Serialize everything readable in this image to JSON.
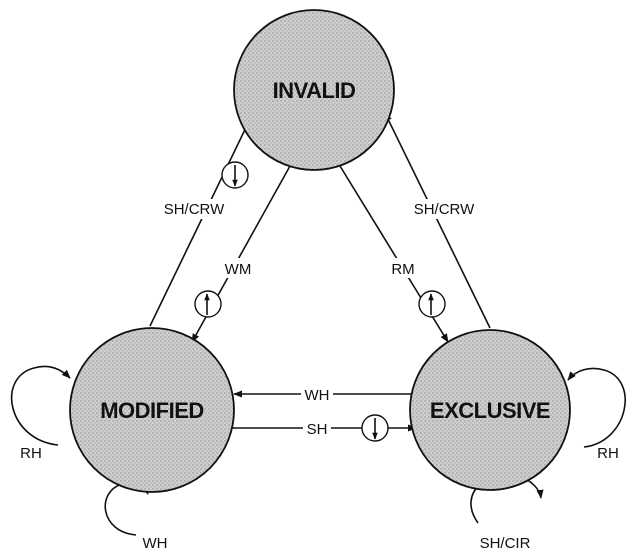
{
  "colors": {
    "state_fill": "#c9c9c9",
    "state_stroke": "#111111",
    "line": "#111111",
    "background": "#ffffff"
  },
  "states": {
    "invalid": {
      "label": "INVALID"
    },
    "modified": {
      "label": "MODIFIED"
    },
    "exclusive": {
      "label": "EXCLUSIVE"
    }
  },
  "transitions": {
    "modified_to_invalid": {
      "label": "SH/CRW"
    },
    "invalid_to_modified": {
      "label": "WM"
    },
    "exclusive_to_invalid": {
      "label": "SH/CRW"
    },
    "invalid_to_exclusive": {
      "label": "RM"
    },
    "exclusive_to_modified": {
      "label": "WH"
    },
    "modified_to_exclusive": {
      "label": "SH"
    },
    "modified_self_left": {
      "label": "RH"
    },
    "modified_self_bottom": {
      "label": "WH"
    },
    "exclusive_self_right": {
      "label": "RH"
    },
    "exclusive_self_bottom": {
      "label": "SH/CIR"
    }
  }
}
